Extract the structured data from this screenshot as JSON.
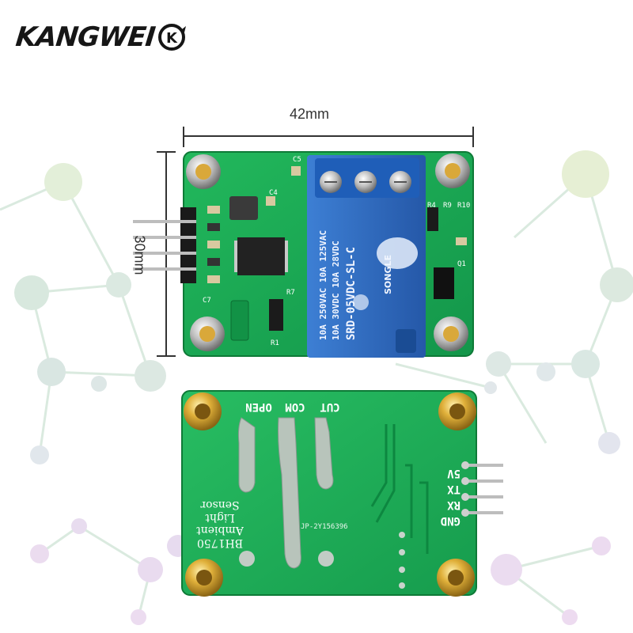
{
  "brand": {
    "name": "KANGWEI",
    "badge": "K"
  },
  "dimensions": {
    "width": "42mm",
    "height": "30mm"
  },
  "relay": {
    "lines": [
      "10A 250VAC  10A 125VAC",
      "10A 30VDC  10A 28VDC",
      "SRD-05VDC-SL-C"
    ],
    "maker": "SONGLE"
  },
  "board_front": {
    "silkscreen": [
      "C5",
      "C4",
      "R4",
      "R9",
      "R10",
      "C7",
      "R7",
      "R1",
      "Q1"
    ]
  },
  "board_back": {
    "terminals": [
      "CUT",
      "COM",
      "OPEN"
    ],
    "pins": [
      "5V",
      "TX",
      "RX",
      "GND"
    ],
    "title_lines": [
      "BH1750",
      "Ambient",
      "Light",
      "Sensor"
    ],
    "serial": "JP-2Y156396"
  },
  "colors": {
    "pcb": "#1fae55",
    "pcb_dark": "#0f8a3e",
    "relay": "#2f6cc2",
    "gold": "#d4a52a",
    "header_pin": "#b9b9b9"
  }
}
